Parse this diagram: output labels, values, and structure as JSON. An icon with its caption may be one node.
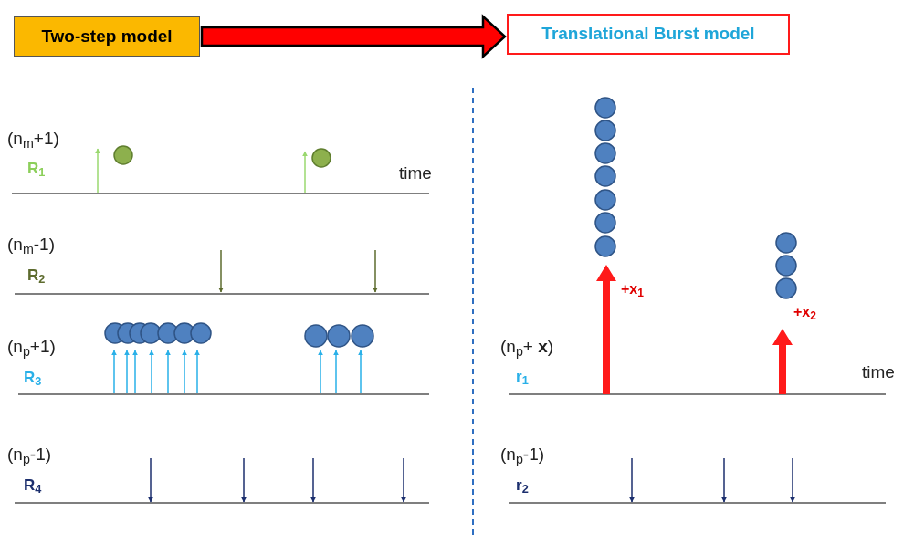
{
  "diagram": {
    "nodes": [
      {
        "text": [
          "Two-step model"
        ]
      },
      {
        "text": [
          "Translational Burst model"
        ]
      }
    ],
    "edges": [
      {
        "from": 0,
        "to": 1,
        "arrow": "to",
        "style": "thick",
        "color": "#ff0000"
      }
    ],
    "labels": [
      "(n$_{m}$+1)",
      "R$_{1}$",
      "time",
      "(n$_{m}$-1)",
      "R$_{2}$",
      "(n$_{p}$+1)",
      "R$_{3}$",
      "(n$_{p}$-1)",
      "R$_{4}$",
      "+x$_{1}$",
      "+x$_{2}$",
      "(n$_{p}$+ **x**)",
      "r$_{1}$",
      "time",
      "(n$_{p}$-1)",
      "r$_{2}$"
    ]
  }
}
